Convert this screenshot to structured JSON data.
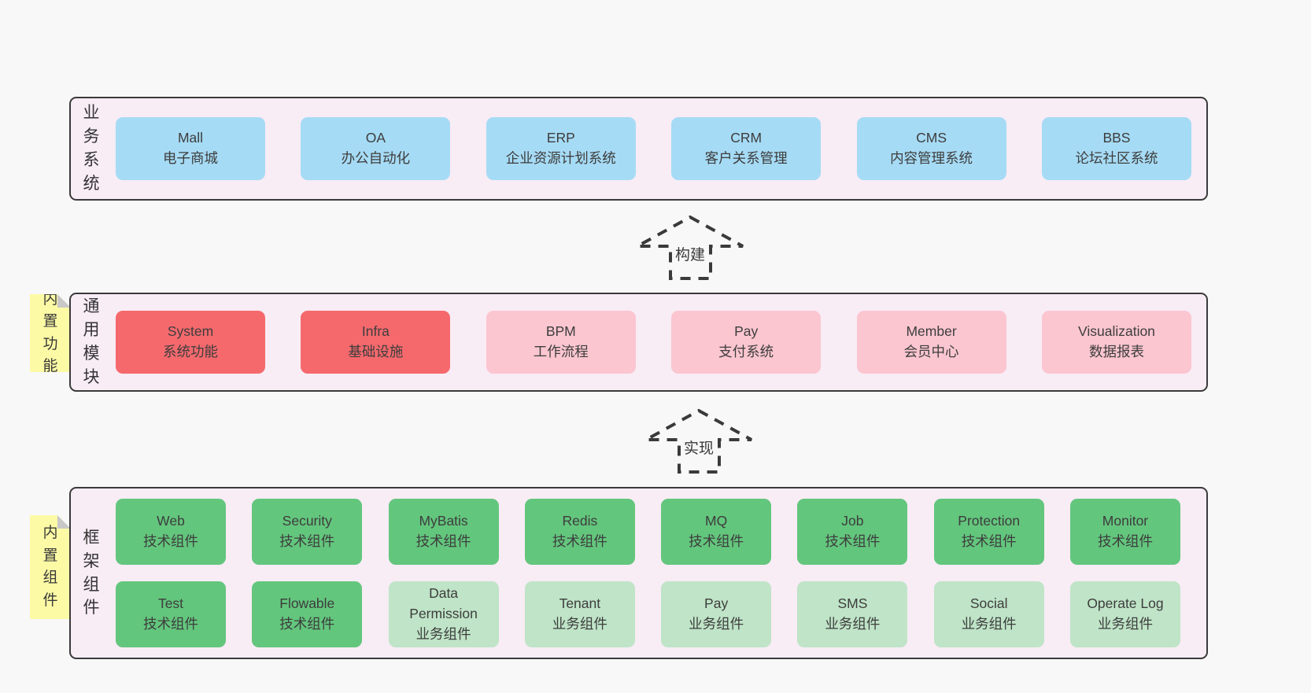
{
  "arrows": {
    "build": "构建",
    "implement": "实现"
  },
  "colors": {
    "page_bg": "#f8f8f8",
    "panel_bg": "#f8ecf5",
    "panel_border": "#3a3a3a",
    "blue": "#a6dbf5",
    "red": "#f5696d",
    "pink": "#fbc6d0",
    "green": "#63c67d",
    "light_green": "#bfe4c7",
    "note_yellow": "#fcfaa5",
    "note_fold_gray": "#c8c8c8",
    "text": "#3d3d3d"
  },
  "business": {
    "label": "业务系统",
    "boxes": [
      {
        "title": "Mall",
        "subtitle": "电子商城",
        "variant": "blue"
      },
      {
        "title": "OA",
        "subtitle": "办公自动化",
        "variant": "blue"
      },
      {
        "title": "ERP",
        "subtitle": "企业资源计划系统",
        "variant": "blue"
      },
      {
        "title": "CRM",
        "subtitle": "客户关系管理",
        "variant": "blue"
      },
      {
        "title": "CMS",
        "subtitle": "内容管理系统",
        "variant": "blue"
      },
      {
        "title": "BBS",
        "subtitle": "论坛社区系统",
        "variant": "blue"
      }
    ]
  },
  "common": {
    "label": "通用模块",
    "note": "内置功能",
    "boxes": [
      {
        "title": "System",
        "subtitle": "系统功能",
        "variant": "red"
      },
      {
        "title": "Infra",
        "subtitle": "基础设施",
        "variant": "red"
      },
      {
        "title": "BPM",
        "subtitle": "工作流程",
        "variant": "pink"
      },
      {
        "title": "Pay",
        "subtitle": "支付系统",
        "variant": "pink"
      },
      {
        "title": "Member",
        "subtitle": "会员中心",
        "variant": "pink"
      },
      {
        "title": "Visualization",
        "subtitle": "数据报表",
        "variant": "pink"
      }
    ]
  },
  "framework": {
    "label": "框架组件",
    "note": "内置组件",
    "row1": [
      {
        "title": "Web",
        "subtitle": "技术组件",
        "variant": "green"
      },
      {
        "title": "Security",
        "subtitle": "技术组件",
        "variant": "green"
      },
      {
        "title": "MyBatis",
        "subtitle": "技术组件",
        "variant": "green"
      },
      {
        "title": "Redis",
        "subtitle": "技术组件",
        "variant": "green"
      },
      {
        "title": "MQ",
        "subtitle": "技术组件",
        "variant": "green"
      },
      {
        "title": "Job",
        "subtitle": "技术组件",
        "variant": "green"
      },
      {
        "title": "Protection",
        "subtitle": "技术组件",
        "variant": "green"
      },
      {
        "title": "Monitor",
        "subtitle": "技术组件",
        "variant": "green"
      }
    ],
    "row2": [
      {
        "title": "Test",
        "subtitle": "技术组件",
        "variant": "green"
      },
      {
        "title": "Flowable",
        "subtitle": "技术组件",
        "variant": "green"
      },
      {
        "title": "Data Permission",
        "subtitle": "业务组件",
        "variant": "lightgreen"
      },
      {
        "title": "Tenant",
        "subtitle": "业务组件",
        "variant": "lightgreen"
      },
      {
        "title": "Pay",
        "subtitle": "业务组件",
        "variant": "lightgreen"
      },
      {
        "title": "SMS",
        "subtitle": "业务组件",
        "variant": "lightgreen"
      },
      {
        "title": "Social",
        "subtitle": "业务组件",
        "variant": "lightgreen"
      },
      {
        "title": "Operate Log",
        "subtitle": "业务组件",
        "variant": "lightgreen"
      }
    ]
  }
}
